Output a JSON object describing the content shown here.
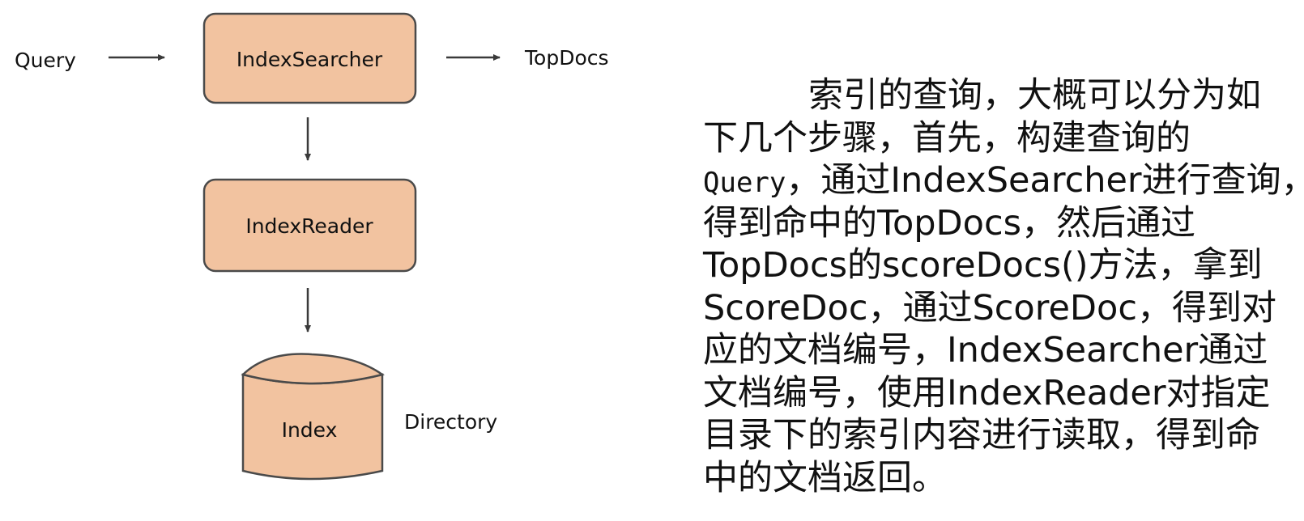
{
  "colors": {
    "node_fill": "#f2c3a0",
    "node_stroke": "#4a4a4a",
    "arrow": "#3a3a3a",
    "text": "#111111"
  },
  "diagram": {
    "input_label": "Query",
    "output_label": "TopDocs",
    "nodes": {
      "searcher": "IndexSearcher",
      "reader": "IndexReader",
      "index": "Index"
    },
    "index_note": "Directory"
  },
  "description": {
    "lines": [
      "索引的查询，大概可以分为如",
      "下几个步骤，首先，构建查询的",
      "Query，通过IndexSearcher进行查询，",
      "得到命中的TopDocs，然后通过",
      "TopDocs的scoreDocs()方法，拿到",
      "ScoreDoc，通过ScoreDoc，得到对",
      "应的文档编号，IndexSearcher通过",
      "文档编号，使用IndexReader对指定",
      "目录下的索引内容进行读取，得到命",
      "中的文档返回。"
    ]
  }
}
